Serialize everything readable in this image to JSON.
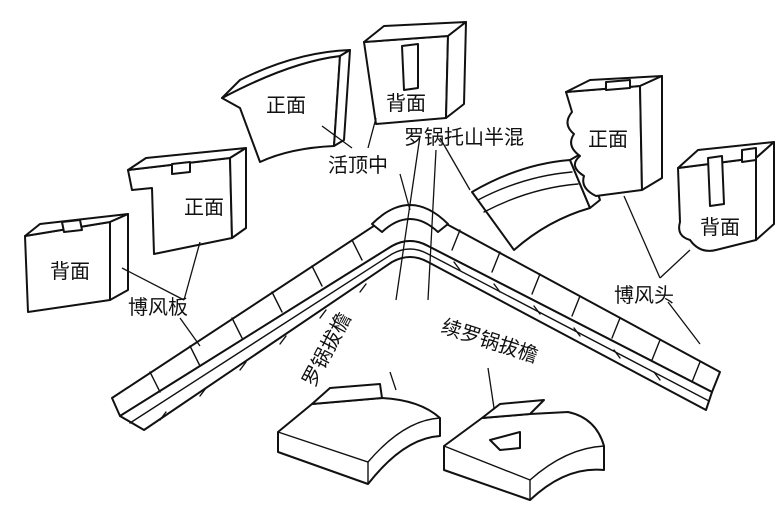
{
  "labels": {
    "beimian_left": "背面",
    "zhengmian_left": "正面",
    "bofengban": "博风板",
    "zhengmian_top": "正面",
    "beimian_top": "背面",
    "huodingzhong": "活顶中",
    "luoguo_tuoshan": "罗锅托山半混",
    "zhengmian_right": "正面",
    "beimian_right": "背面",
    "bofengtou": "博风头",
    "luoguo_bayan": "罗锅拔檐",
    "xu_luoguo_bayan": "续罗锅拔檐"
  },
  "colors": {
    "ink": "#111111",
    "paper": "#ffffff"
  }
}
